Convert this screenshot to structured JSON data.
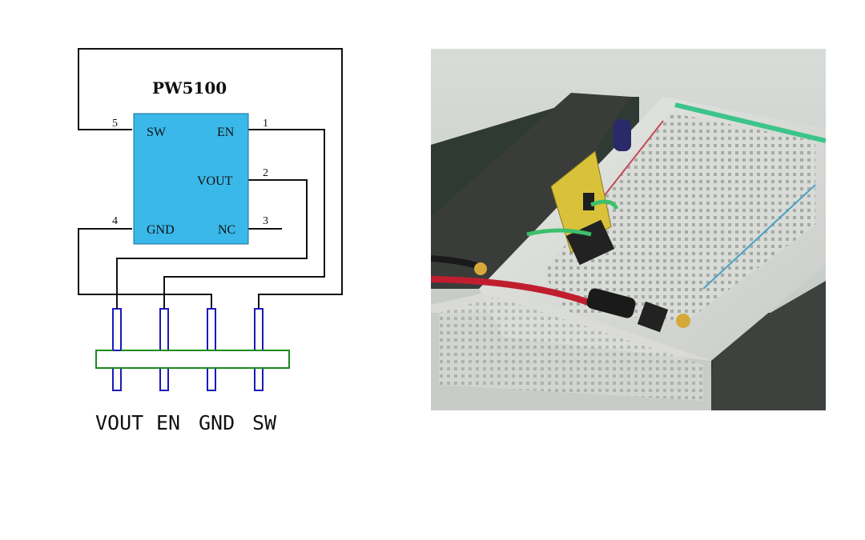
{
  "chip": {
    "name": "PW5100",
    "body_color": "#3ab8e9",
    "pins": [
      {
        "num": "5",
        "label": "SW"
      },
      {
        "num": "1",
        "label": "EN"
      },
      {
        "num": "2",
        "label": "VOUT"
      },
      {
        "num": "4",
        "label": "GND"
      },
      {
        "num": "3",
        "label": "NC"
      }
    ]
  },
  "header": {
    "labels": [
      "VOUT",
      "EN",
      "GND",
      "SW"
    ],
    "pin_color": "#1a1ab8",
    "bar_color": "#1f8a1f"
  },
  "photo": {
    "subject": "breadboard-with-pw5100-module"
  }
}
